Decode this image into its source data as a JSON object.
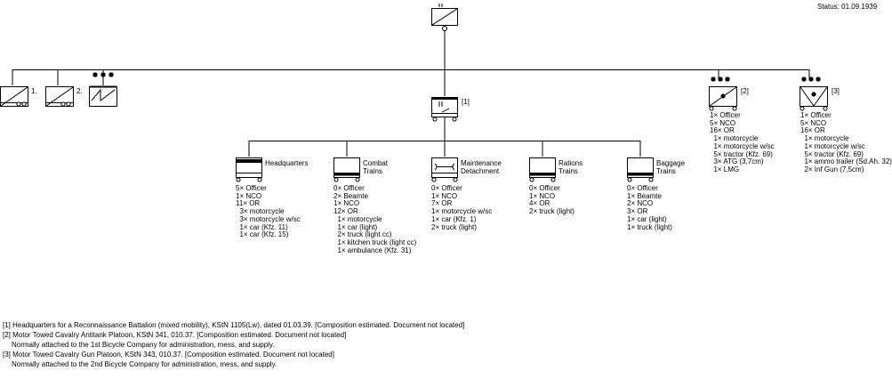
{
  "status": "Status: 01.09.1939",
  "top_unit": {
    "size": "II"
  },
  "companies": [
    {
      "label": "1.",
      "type": "bicycle"
    },
    {
      "label": "2.",
      "type": "bicycle"
    },
    {
      "label": "",
      "type": "armored-car"
    }
  ],
  "hq_company": {
    "size": "II",
    "note_ref": "[1]"
  },
  "antitank_platoon": {
    "note_ref": "[2]",
    "lines": [
      "1× Officer",
      "5× NCO",
      "16× OR",
      "  1× motorcycle",
      "  1× motorcycle w/sc",
      "  5× tractor (Kfz. 69)",
      "  3× ATG (3,7cm)",
      "  1× LMG"
    ]
  },
  "gun_platoon": {
    "note_ref": "[3]",
    "lines": [
      "1× Officer",
      "5× NCO",
      "16× OR",
      "  1× motorcycle",
      "  1× motorcycle w/sc",
      "  5× tractor (Kfz. 69)",
      "  1× ammo trailer (Sd.Ah. 32)",
      "  2× Inf Gun (7,5cm)"
    ]
  },
  "hq_units": [
    {
      "label": "Headquarters",
      "lines": [
        "5× Officer",
        "1× NCO",
        "11× OR",
        "  3× motorcycle",
        "  3× motorcycle w/sc",
        "  1× car (Kfz. 11)",
        "  1× car (Kfz. 15)"
      ]
    },
    {
      "label": "Combat\nTrains",
      "lines": [
        "0× Officer",
        "2× Beamte",
        "1× NCO",
        "12× OR",
        "  1× motorcycle",
        "  1× car (light)",
        "  2× truck (light cc)",
        "  1× kitchen truck (light cc)",
        "  1× ambulance (Kfz. 31)"
      ]
    },
    {
      "label": "Maintenance\nDetachment",
      "lines": [
        "0× Officer",
        "1× NCO",
        "7× OR",
        "1× motorcycle w/sc",
        "1× car (Kfz. 1)",
        "2× truck (light)"
      ]
    },
    {
      "label": "Rations\nTrains",
      "lines": [
        "0× Officer",
        "1× NCO",
        "4× OR",
        "2× truck (light)"
      ]
    },
    {
      "label": "Baggage\nTrains",
      "lines": [
        "0× Officer",
        "1× Beamte",
        "2× NCO",
        "3× OR",
        "1× car (light)",
        "1× truck (light)"
      ]
    }
  ],
  "notes": [
    "[1] Headquarters for a Reconnaissance Battalion (mixed mobility), KStN 1105(Lw), dated 01.03.39. [Composition estimated. Document not located]",
    "[2] Motor Towed Cavalry Antitank Platoon, KStN 341, 010.37. [Composition estimated. Document not located]",
    "Normally attached to the 1st Bicycle Company for administration, mess, and supply.",
    "[3] Motor Towed Cavalry Gun Platoon, KStN 343, 010.37. [Composition estimated. Document not located]",
    "Normally attached to the 2nd Bicycle Company for administration, mess, and supply."
  ]
}
